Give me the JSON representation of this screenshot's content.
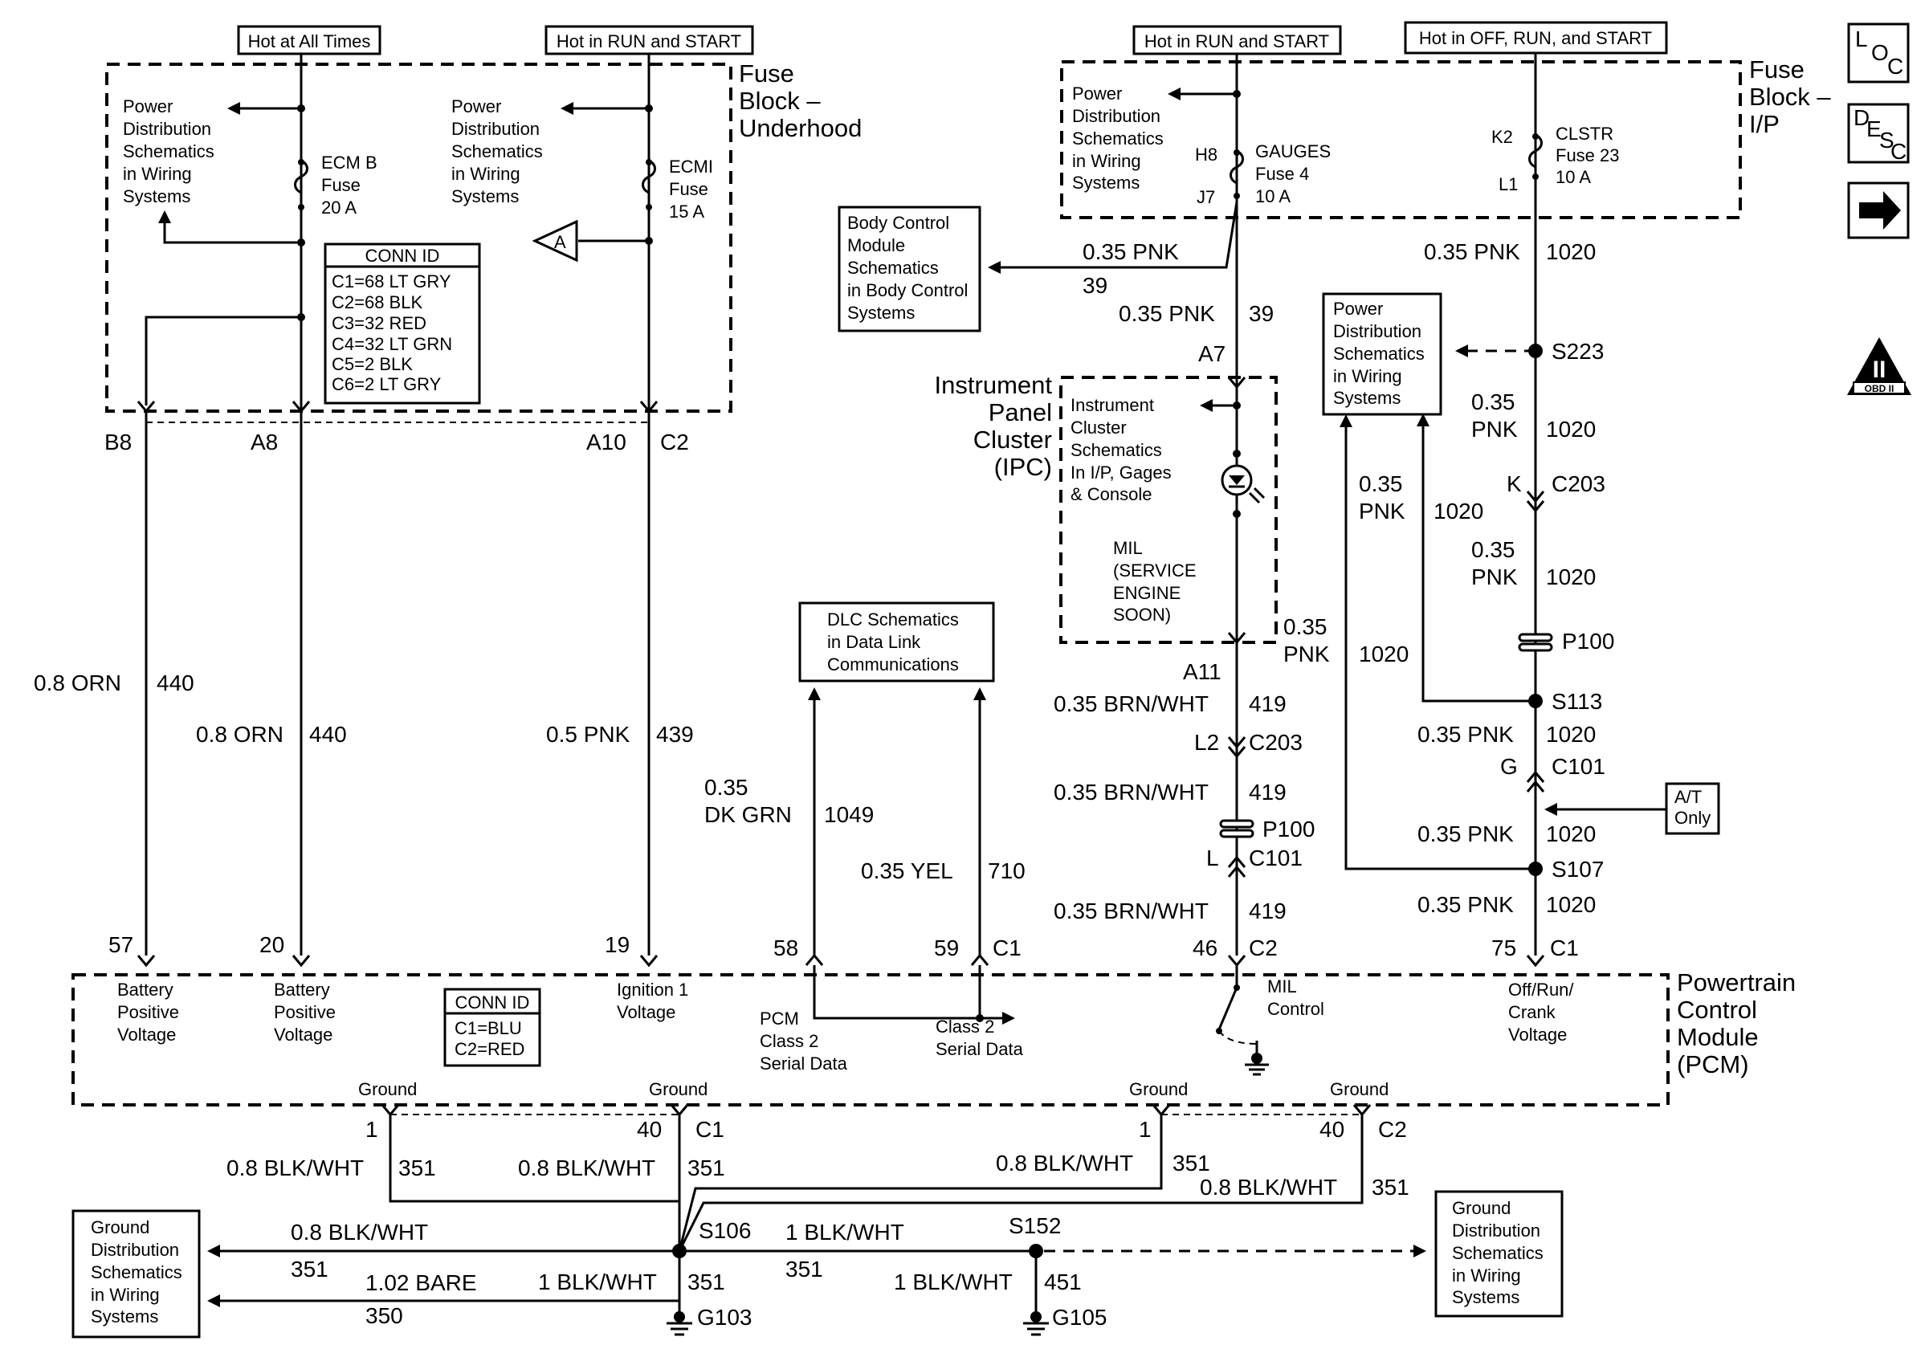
{
  "headers": {
    "hot_all_times": "Hot at All Times",
    "hot_run_start_left": "Hot in RUN and START",
    "hot_run_start_right": "Hot in RUN and START",
    "hot_off_run_start": "Hot in OFF, RUN, and START"
  },
  "fuse_block_underhood": {
    "label": [
      "Fuse",
      "Block –",
      "Underhood"
    ],
    "pds_left": [
      "Power",
      "Distribution",
      "Schematics",
      "in Wiring",
      "Systems"
    ],
    "pds_right": [
      "Power",
      "Distribution",
      "Schematics",
      "in Wiring",
      "Systems"
    ],
    "ecm_b_fuse": [
      "ECM B",
      "Fuse",
      "20 A"
    ],
    "ecmi_fuse": [
      "ECMI",
      "Fuse",
      "15 A"
    ],
    "ref_a": "A",
    "conn_id_title": "CONN ID",
    "conn_id": [
      "C1=68 LT GRY",
      "C2=68 BLK",
      "C3=32 RED",
      "C4=32 LT GRN",
      "C5=2 BLK",
      "C6=2 LT GRY"
    ],
    "pins": {
      "b8": "B8",
      "a8": "A8",
      "a10": "A10",
      "c2": "C2"
    }
  },
  "fuse_block_ip": {
    "label": [
      "Fuse",
      "Block –",
      "I/P"
    ],
    "pds": [
      "Power",
      "Distribution",
      "Schematics",
      "in Wiring",
      "Systems"
    ],
    "h8": "H8",
    "j7": "J7",
    "gauges_fuse": [
      "GAUGES",
      "Fuse 4",
      "10 A"
    ],
    "k2": "K2",
    "l1": "L1",
    "clstr_fuse": [
      "CLSTR",
      "Fuse 23",
      "10 A"
    ]
  },
  "side_icons": {
    "loc": [
      "L",
      "O",
      "C"
    ],
    "desc": [
      "D",
      "E",
      "S",
      "C"
    ],
    "obd_mark": "II",
    "obd_label": "OBD II"
  },
  "bcm_box": [
    "Body Control",
    "Module",
    "Schematics",
    "in Body Control",
    "Systems"
  ],
  "ipc": {
    "label": [
      "Instrument",
      "Panel",
      "Cluster",
      "(IPC)"
    ],
    "ref": [
      "Instrument",
      "Cluster",
      "Schematics",
      "In I/P, Gages",
      "& Console"
    ],
    "mil": [
      "MIL",
      "(SERVICE",
      "ENGINE",
      "SOON)"
    ],
    "a7": "A7",
    "a11": "A11"
  },
  "pds_mid_box": [
    "Power",
    "Distribution",
    "Schematics",
    "in Wiring",
    "Systems"
  ],
  "dlc_box": [
    "DLC Schematics",
    "in Data Link",
    "Communications"
  ],
  "at_only": [
    "A/T",
    "Only"
  ],
  "wires": {
    "w1": [
      "0.35 PNK",
      "39"
    ],
    "w2": [
      "0.35 PNK",
      "39"
    ],
    "w3": [
      "0.35 PNK",
      "1020"
    ],
    "s223": "S223",
    "w4": [
      "0.35",
      "PNK",
      "1020"
    ],
    "k": "K",
    "c203a": "C203",
    "w5": [
      "0.35",
      "PNK",
      "1020"
    ],
    "w6": [
      "0.35",
      "PNK",
      "1020"
    ],
    "p100a": "P100",
    "w7": [
      "0.35",
      "PNK",
      "1020"
    ],
    "s113": "S113",
    "w8": [
      "0.35 PNK",
      "1020"
    ],
    "g": "G",
    "c101a": "C101",
    "w9": [
      "0.35 PNK",
      "1020"
    ],
    "s107": "S107",
    "w10": [
      "0.35 PNK",
      "1020"
    ],
    "w11": [
      "0.35 BRN/WHT",
      "419"
    ],
    "l2": "L2",
    "c203b": "C203",
    "w12": [
      "0.35 BRN/WHT",
      "419"
    ],
    "p100b": "P100",
    "l": "L",
    "c101b": "C101",
    "w13": [
      "0.35 BRN/WHT",
      "419"
    ],
    "w14": [
      "0.8 ORN",
      "440"
    ],
    "w15": [
      "0.8 ORN",
      "440"
    ],
    "w16": [
      "0.5 PNK",
      "439"
    ],
    "w17": [
      "0.35",
      "DK GRN",
      "1049"
    ],
    "w18": [
      "0.35 YEL",
      "710"
    ]
  },
  "pcm": {
    "label": [
      "Powertrain",
      "Control",
      "Module",
      "(PCM)"
    ],
    "pin57": "57",
    "pin20": "20",
    "pin19": "19",
    "pin58": "58",
    "pin59": "59",
    "c1_mid": "C1",
    "pin46": "46",
    "c2_mid": "C2",
    "pin75": "75",
    "c1_right": "C1",
    "batt1": [
      "Battery",
      "Positive",
      "Voltage"
    ],
    "batt2": [
      "Battery",
      "Positive",
      "Voltage"
    ],
    "conn_id_title": "CONN ID",
    "conn_id": [
      "C1=BLU",
      "C2=RED"
    ],
    "ign": [
      "Ignition 1",
      "Voltage"
    ],
    "pcm_class2": [
      "PCM",
      "Class 2",
      "Serial Data"
    ],
    "class2": [
      "Class 2",
      "Serial Data"
    ],
    "mil_control": [
      "MIL",
      "Control"
    ],
    "off_run_crank": [
      "Off/Run/",
      "Crank",
      "Voltage"
    ],
    "grounds": [
      "Ground",
      "Ground",
      "Ground",
      "Ground"
    ],
    "gpin1": "1",
    "gpin40": "40",
    "gc1": "C1",
    "gpin1b": "1",
    "gpin40b": "40",
    "gc2": "C2"
  },
  "ground": {
    "g1": [
      "0.8 BLK/WHT",
      "351"
    ],
    "g2": [
      "0.8 BLK/WHT",
      "351"
    ],
    "g3": [
      "0.8 BLK/WHT",
      "351"
    ],
    "g4": [
      "0.8 BLK/WHT",
      "351"
    ],
    "g5": [
      "0.8 BLK/WHT",
      "351"
    ],
    "g6": [
      "1.02 BARE",
      "350"
    ],
    "s106": "S106",
    "g7": [
      "1 BLK/WHT",
      "351"
    ],
    "g8": [
      "1 BLK/WHT",
      "351"
    ],
    "s152": "S152",
    "g9": [
      "1 BLK/WHT",
      "451"
    ],
    "g103": "G103",
    "g105": "G105",
    "left_box": [
      "Ground",
      "Distribution",
      "Schematics",
      "in Wiring",
      "Systems"
    ],
    "right_box": [
      "Ground",
      "Distribution",
      "Schematics",
      "in Wiring",
      "Systems"
    ]
  }
}
